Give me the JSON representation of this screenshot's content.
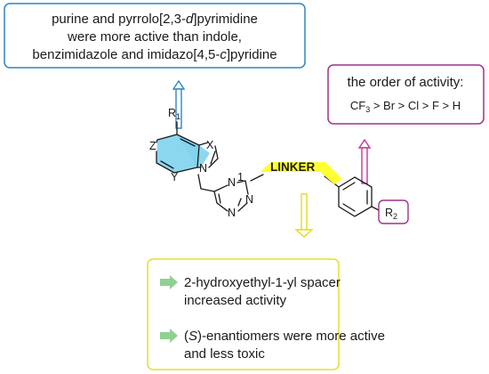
{
  "colors": {
    "blue_border": "#2e86c1",
    "blue_fill": "#7fd3ee",
    "blue_arrow": "#2e86c1",
    "purple_border": "#a0308a",
    "purple_arrow": "#c0389a",
    "yellow_border": "#e6dd2c",
    "yellow_highlight": "#ffff33",
    "yellow_arrow": "#e6d81e",
    "green_arrow": "#8fd18f",
    "text": "#1a1a1a"
  },
  "top_box": {
    "line1": "purine and pyrrolo[2,3-",
    "line1_italic": "d",
    "line1_tail": "]pyrimidine",
    "line2": "were more active than indole,",
    "line3": "benzimidazole and imidazo[4,5-",
    "line3_italic": "c",
    "line3_tail": "]pyridine"
  },
  "right_box": {
    "title": "the order of activity:",
    "cf": "CF",
    "cf_sub": "3",
    "rest": " > Br > Cl > F > H"
  },
  "bottom_box": {
    "item1_line1": "2-hydroxyethyl-1-yl spacer",
    "item1_line2": "increased activity",
    "item2_paren_open": "(",
    "item2_italic": "S",
    "item2_line1_tail": ")-enantiomers were more active",
    "item2_line2": "and less toxic"
  },
  "structure": {
    "r1": "R",
    "r1_sub": "1",
    "x": "X",
    "z": "Z",
    "y": "Y",
    "n_ring": "N",
    "n_triazole_1": "N",
    "n_triazole_2": "N",
    "n_triazole_3": "N",
    "linker": "LINKER",
    "r2": "R",
    "r2_sub": "2"
  },
  "icons": {
    "up_arrow_blue": "hollow-up-arrow-icon",
    "up_arrow_purple": "hollow-up-arrow-icon",
    "down_arrow_yellow": "hollow-down-arrow-icon",
    "bullet_arrow": "green-right-arrow-icon"
  }
}
